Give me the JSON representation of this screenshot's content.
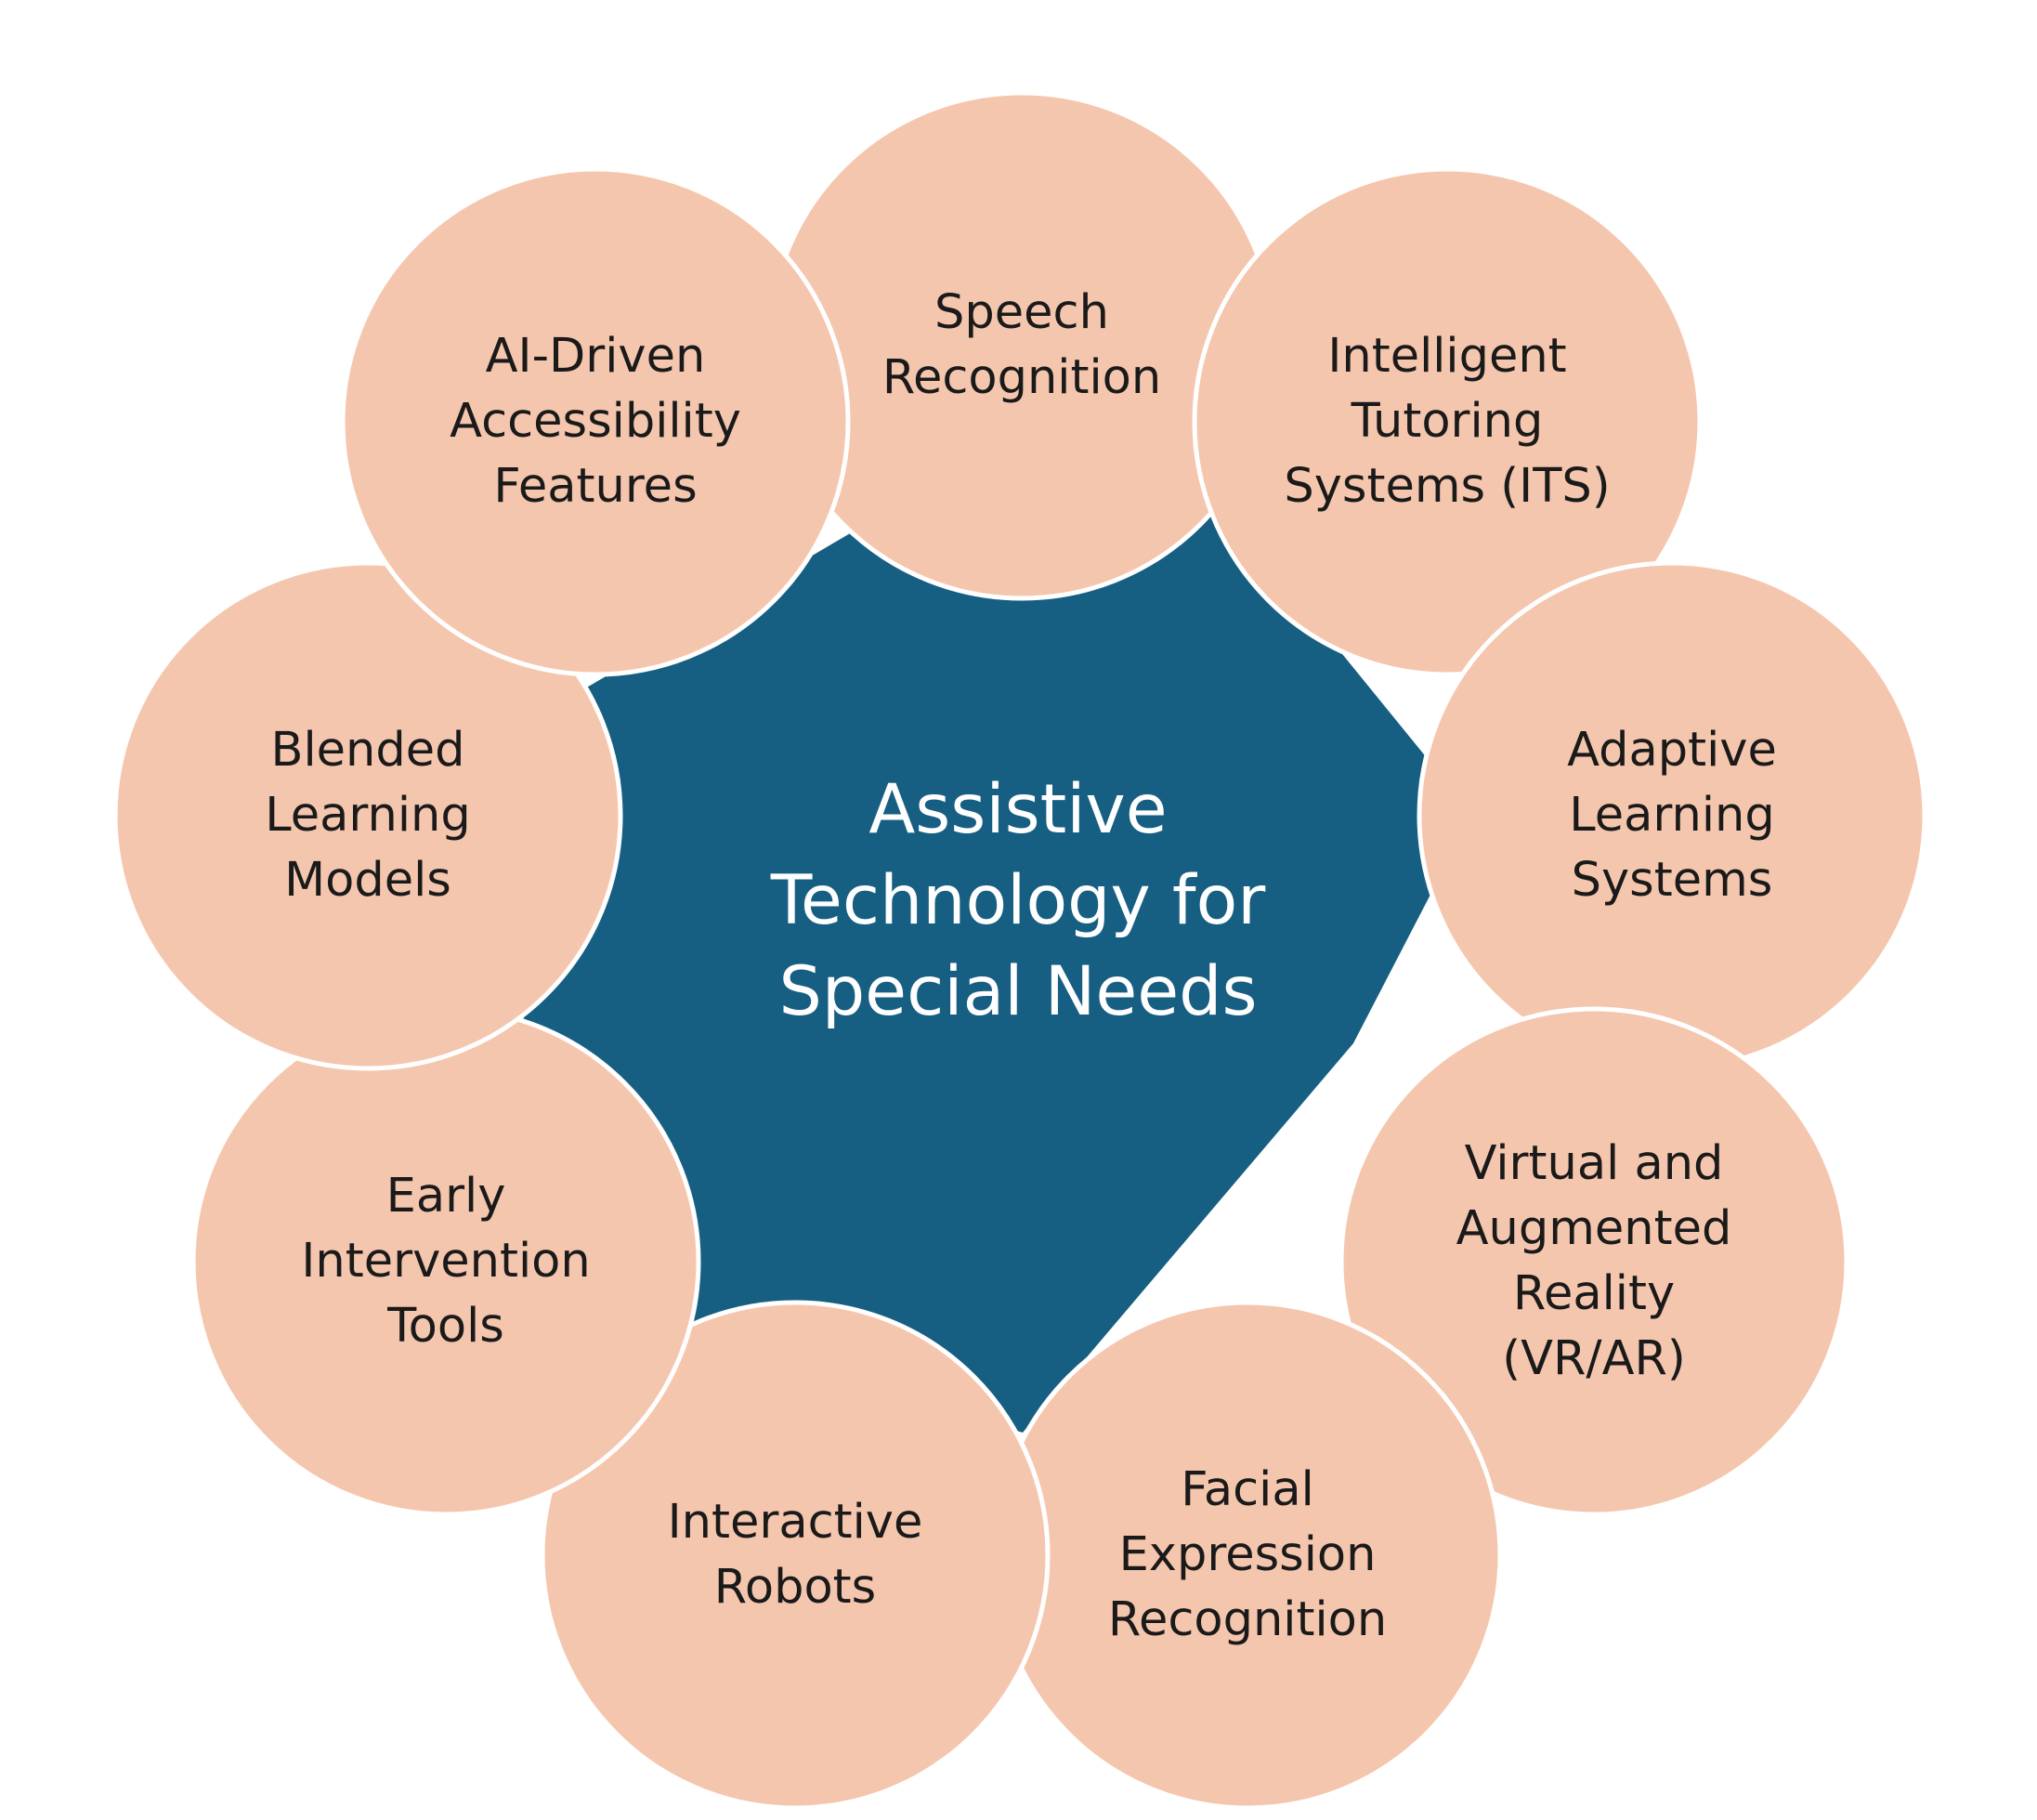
{
  "diagram": {
    "center": {
      "label": "Assistive\nTechnology for\nSpecial Needs"
    },
    "nodes": [
      {
        "id": "speech-recognition",
        "label": "Speech\nRecognition"
      },
      {
        "id": "intelligent-tutoring",
        "label": "Intelligent\nTutoring\nSystems (ITS)"
      },
      {
        "id": "adaptive-learning",
        "label": "Adaptive\nLearning\nSystems"
      },
      {
        "id": "virtual-augmented-reality",
        "label": "Virtual and\nAugmented\nReality\n(VR/AR)"
      },
      {
        "id": "facial-expression",
        "label": "Facial\nExpression\nRecognition"
      },
      {
        "id": "interactive-robots",
        "label": "Interactive\nRobots"
      },
      {
        "id": "early-intervention",
        "label": "Early\nIntervention\nTools"
      },
      {
        "id": "blended-learning",
        "label": "Blended\nLearning\nModels"
      },
      {
        "id": "ai-accessibility",
        "label": "AI-Driven\nAccessibility\nFeatures"
      }
    ],
    "colors": {
      "hub_fill": "#175f82",
      "node_fill": "#f5c6ae",
      "node_stroke": "#ffffff",
      "node_text": "#1a1a1a",
      "hub_text": "#ffffff"
    }
  }
}
